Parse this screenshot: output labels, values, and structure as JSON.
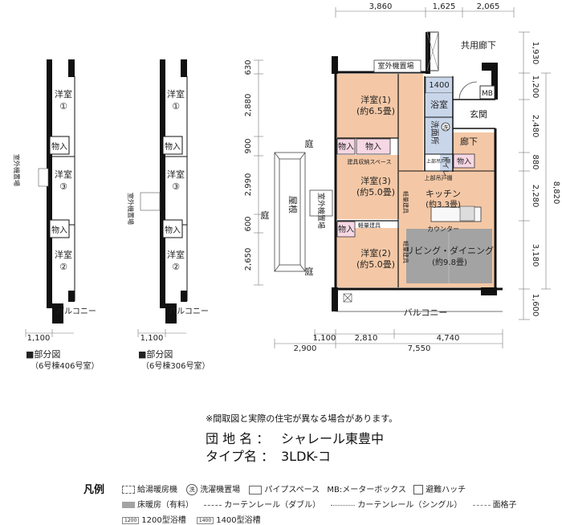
{
  "dims": {
    "top": [
      "3,860",
      "1,625",
      "2,065"
    ],
    "right": [
      "1,930",
      "1,200",
      "2,480",
      "880",
      "2,280",
      "3,180",
      "1,600"
    ],
    "right_total": "8,820",
    "left": [
      "630",
      "2,880",
      "900",
      "2,990",
      "600",
      "2,650"
    ],
    "bottom_row1": [
      "1,100",
      "2,810",
      "4,740"
    ],
    "bottom_row2": [
      "2,900",
      "7,550"
    ],
    "partial_left": "1,100",
    "partial_mid": "1,100"
  },
  "rooms": {
    "western1": "洋室(1)",
    "western1_size": "(約6.5畳)",
    "western3": "洋室(3)",
    "western3_size": "(約5.0畳)",
    "western2": "洋室(2)",
    "western2_size": "(約5.0畳)",
    "bath_size": "1400",
    "bath": "浴室",
    "washroom": "洗面所",
    "toilet": "トイレ",
    "entrance": "玄関",
    "mb": "MB",
    "hallway": "廊下",
    "kitchen": "キッチン",
    "kitchen_size": "(約3.3畳)",
    "living": "リビング・ダイニング",
    "living_size": "(約9.8畳)",
    "counter": "カウンター",
    "closet1": "物入",
    "closet2": "物入",
    "closet3": "物入",
    "closet4": "物入",
    "closet5": "物入",
    "shoe": "下足入",
    "upper_cabinet1": "上部吊戸棚",
    "upper_cabinet2": "上部吊戸棚",
    "fixture_space": "建具収納スペース",
    "light_fixture1": "軽量建具",
    "light_fixture2": "軽量建具",
    "light_fixture3": "軽量建具",
    "garden1": "庭",
    "garden2": "庭",
    "garden3": "庭",
    "roof": "屋根",
    "outdoor_unit_top": "室外機置場",
    "outdoor_unit_left": "室外機置場",
    "public_corridor": "共用廊下",
    "balcony": "バルコニー",
    "wash_mark": "洗"
  },
  "partial1": {
    "w1": "洋室",
    "w1n": "①",
    "closet_a": "物入",
    "w3": "洋室",
    "w3n": "③",
    "closet_b": "物入",
    "w2": "洋室",
    "w2n": "②",
    "balcony": "バルコニー",
    "outdoor": "室外機置場",
    "caption": "■部分図",
    "caption2": "（6号棟406号室）"
  },
  "partial2": {
    "w1": "洋室",
    "w1n": "①",
    "closet_a": "物入",
    "w3": "洋室",
    "w3n": "③",
    "closet_b": "物入",
    "w2": "洋室",
    "w2n": "②",
    "balcony": "バルコニー",
    "outdoor": "室外機置場",
    "caption": "■部分図",
    "caption2": "（6号棟306号室）"
  },
  "notice": "※間取図と実際の住宅が異なる場合があります。",
  "property": {
    "name_label": "団 地 名 ：",
    "name_value": "シャレール東豊中",
    "type_label": "タイプ名 ：",
    "type_value": "3LDK-コ"
  },
  "legend": {
    "title": "凡例",
    "water_heater": "給湯暖房機",
    "washer_mark": "洗",
    "washer": "洗濯機置場",
    "pipe": "パイプスペース",
    "meter": "MB:メーターボックス",
    "hatch": "避難ハッチ",
    "floor_heating": "床暖房（有料）",
    "curtain_double": "カーテンレール（ダブル）",
    "curtain_single": "カーテンレール（シングル）",
    "lattice": "面格子",
    "bath1200_mark": "1200",
    "bath1200": "1200型浴槽",
    "bath1400_mark": "1400",
    "bath1400": "1400型浴槽"
  },
  "colors": {
    "room_fill": "#f4c8a6",
    "wet_fill": "#c9d6ea",
    "closet_fill": "#f6d7e4",
    "floor_heating": "#a3a3a3",
    "wall": "#111111"
  }
}
